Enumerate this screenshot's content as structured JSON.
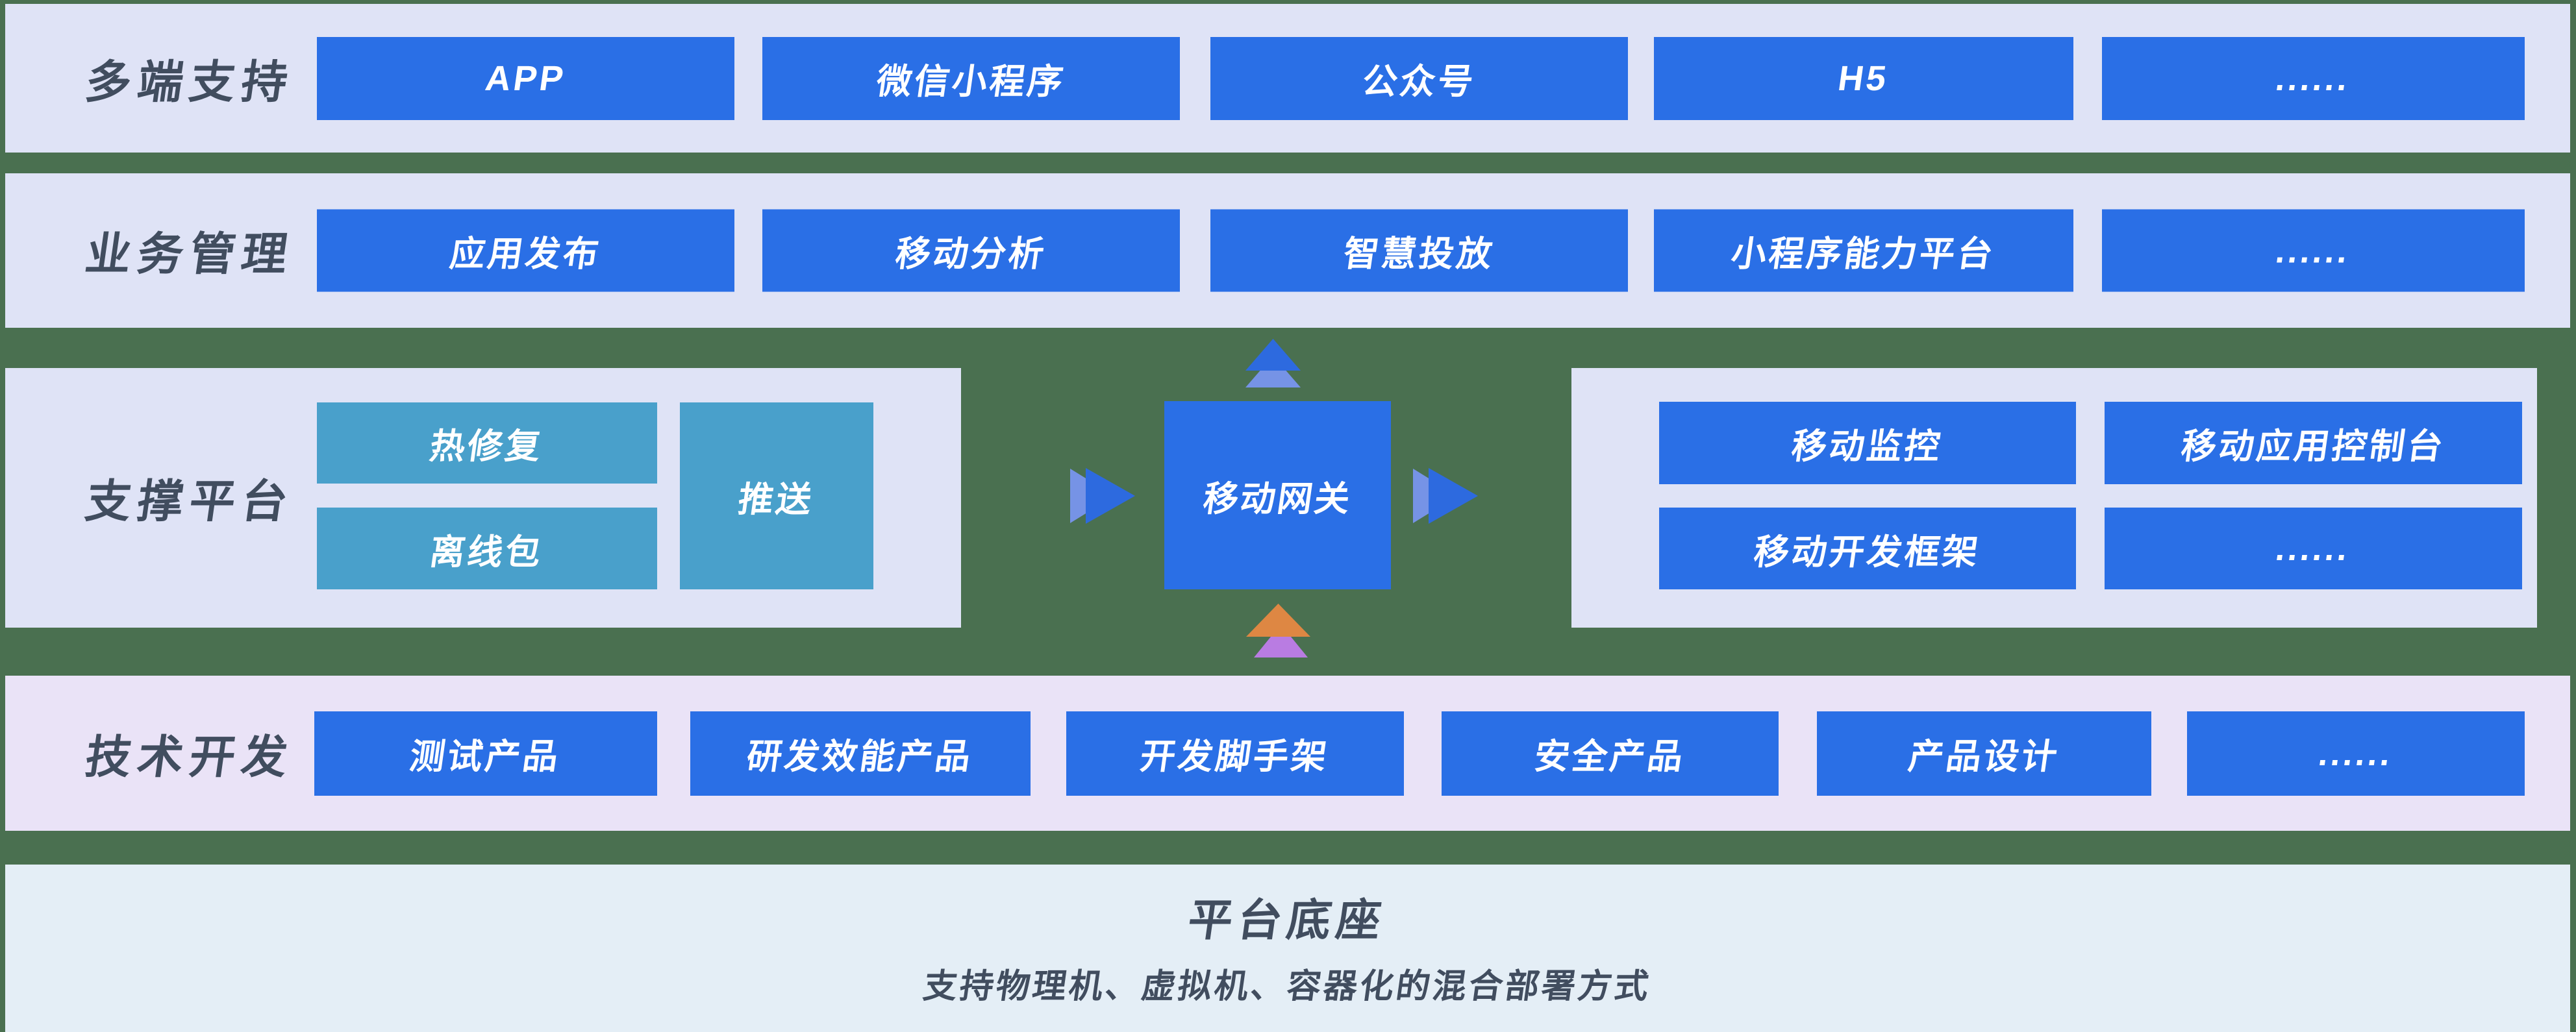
{
  "colors": {
    "green_bg": "#4A7050",
    "band_lavender": "#DFE3F6",
    "band_pink": "#EAE3F7",
    "band_lightblue": "#E4EEF6",
    "primary_blue": "#2A6FE6",
    "teal": "#49A0CB",
    "label_dark": "#414D5F",
    "arrow_blue_dark": "#2D6ADF",
    "arrow_blue_light": "#7693E6",
    "arrow_orange": "#DE8743",
    "arrow_purple": "#B97CE2"
  },
  "rows": {
    "multi_end": {
      "label": "多端支持",
      "buttons": [
        "APP",
        "微信小程序",
        "公众号",
        "H5",
        "......"
      ]
    },
    "business": {
      "label": "业务管理",
      "buttons": [
        "应用发布",
        "移动分析",
        "智慧投放",
        "小程序能力平台",
        "......"
      ]
    },
    "support": {
      "label": "支撑平台",
      "hotfix": "热修复",
      "offline_package": "离线包",
      "push": "推送",
      "gateway": "移动网关",
      "monitoring": "移动监控",
      "app_console": "移动应用控制台",
      "dev_framework": "移动开发框架",
      "more": "......"
    },
    "tech_dev": {
      "label": "技术开发",
      "buttons": [
        "测试产品",
        "研发效能产品",
        "开发脚手架",
        "安全产品",
        "产品设计",
        "......"
      ]
    }
  },
  "base": {
    "title": "平台底座",
    "subtitle": "支持物理机、虚拟机、容器化的混合部署方式"
  }
}
